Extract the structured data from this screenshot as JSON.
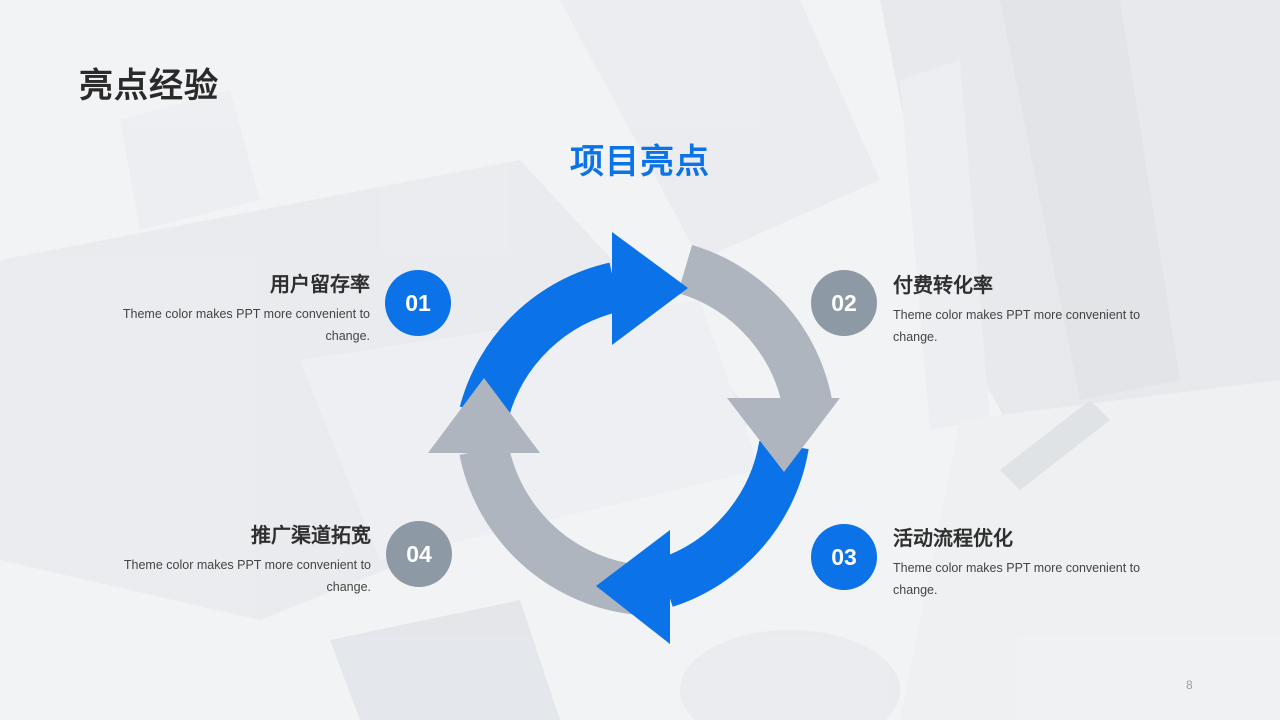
{
  "page": {
    "title": "亮点经验",
    "number": "8"
  },
  "section": {
    "heading": "项目亮点"
  },
  "items": [
    {
      "number": "01",
      "title": "用户留存率",
      "desc": "Theme color makes PPT more convenient to change."
    },
    {
      "number": "02",
      "title": "付费转化率",
      "desc": "Theme color makes PPT more convenient to change."
    },
    {
      "number": "03",
      "title": "活动流程优化",
      "desc": "Theme color makes PPT more convenient to change."
    },
    {
      "number": "04",
      "title": "推广渠道拓宽",
      "desc": "Theme color makes PPT more convenient to change."
    }
  ],
  "colors": {
    "accent_blue": "#0b72e8",
    "accent_gray": "#aeb5bf",
    "badge_gray": "#8e99a6"
  }
}
